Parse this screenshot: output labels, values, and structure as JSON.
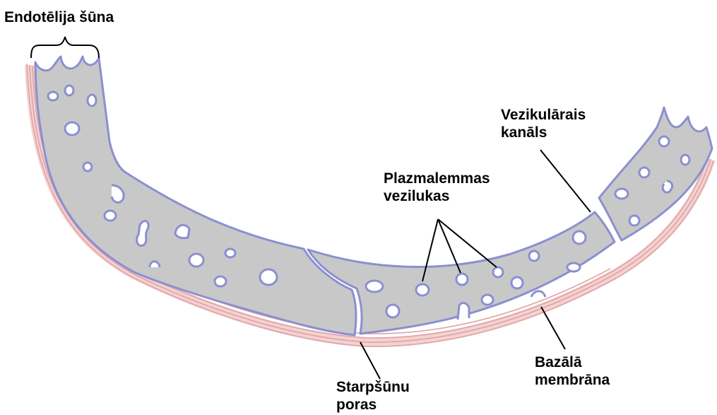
{
  "labels": {
    "endothelial_cell": "Endotēlija šūna",
    "vesicular_channel": [
      "Vezikulārais",
      "kanāls"
    ],
    "plasmalemma_vesicles": [
      "Plazmalemmas",
      "vezilukas"
    ],
    "intercellular_pores": [
      "Starpšūnu",
      "poras"
    ],
    "basal_membrane": [
      "Bazālā",
      "membrāna"
    ]
  },
  "colors": {
    "cell_fill": "#c8c8c8",
    "cell_outline": "#8b8fd0",
    "membrane": "#e0a3a3",
    "membrane_light": "#f3d2d2",
    "leader_line": "#000000",
    "background": "#ffffff"
  }
}
